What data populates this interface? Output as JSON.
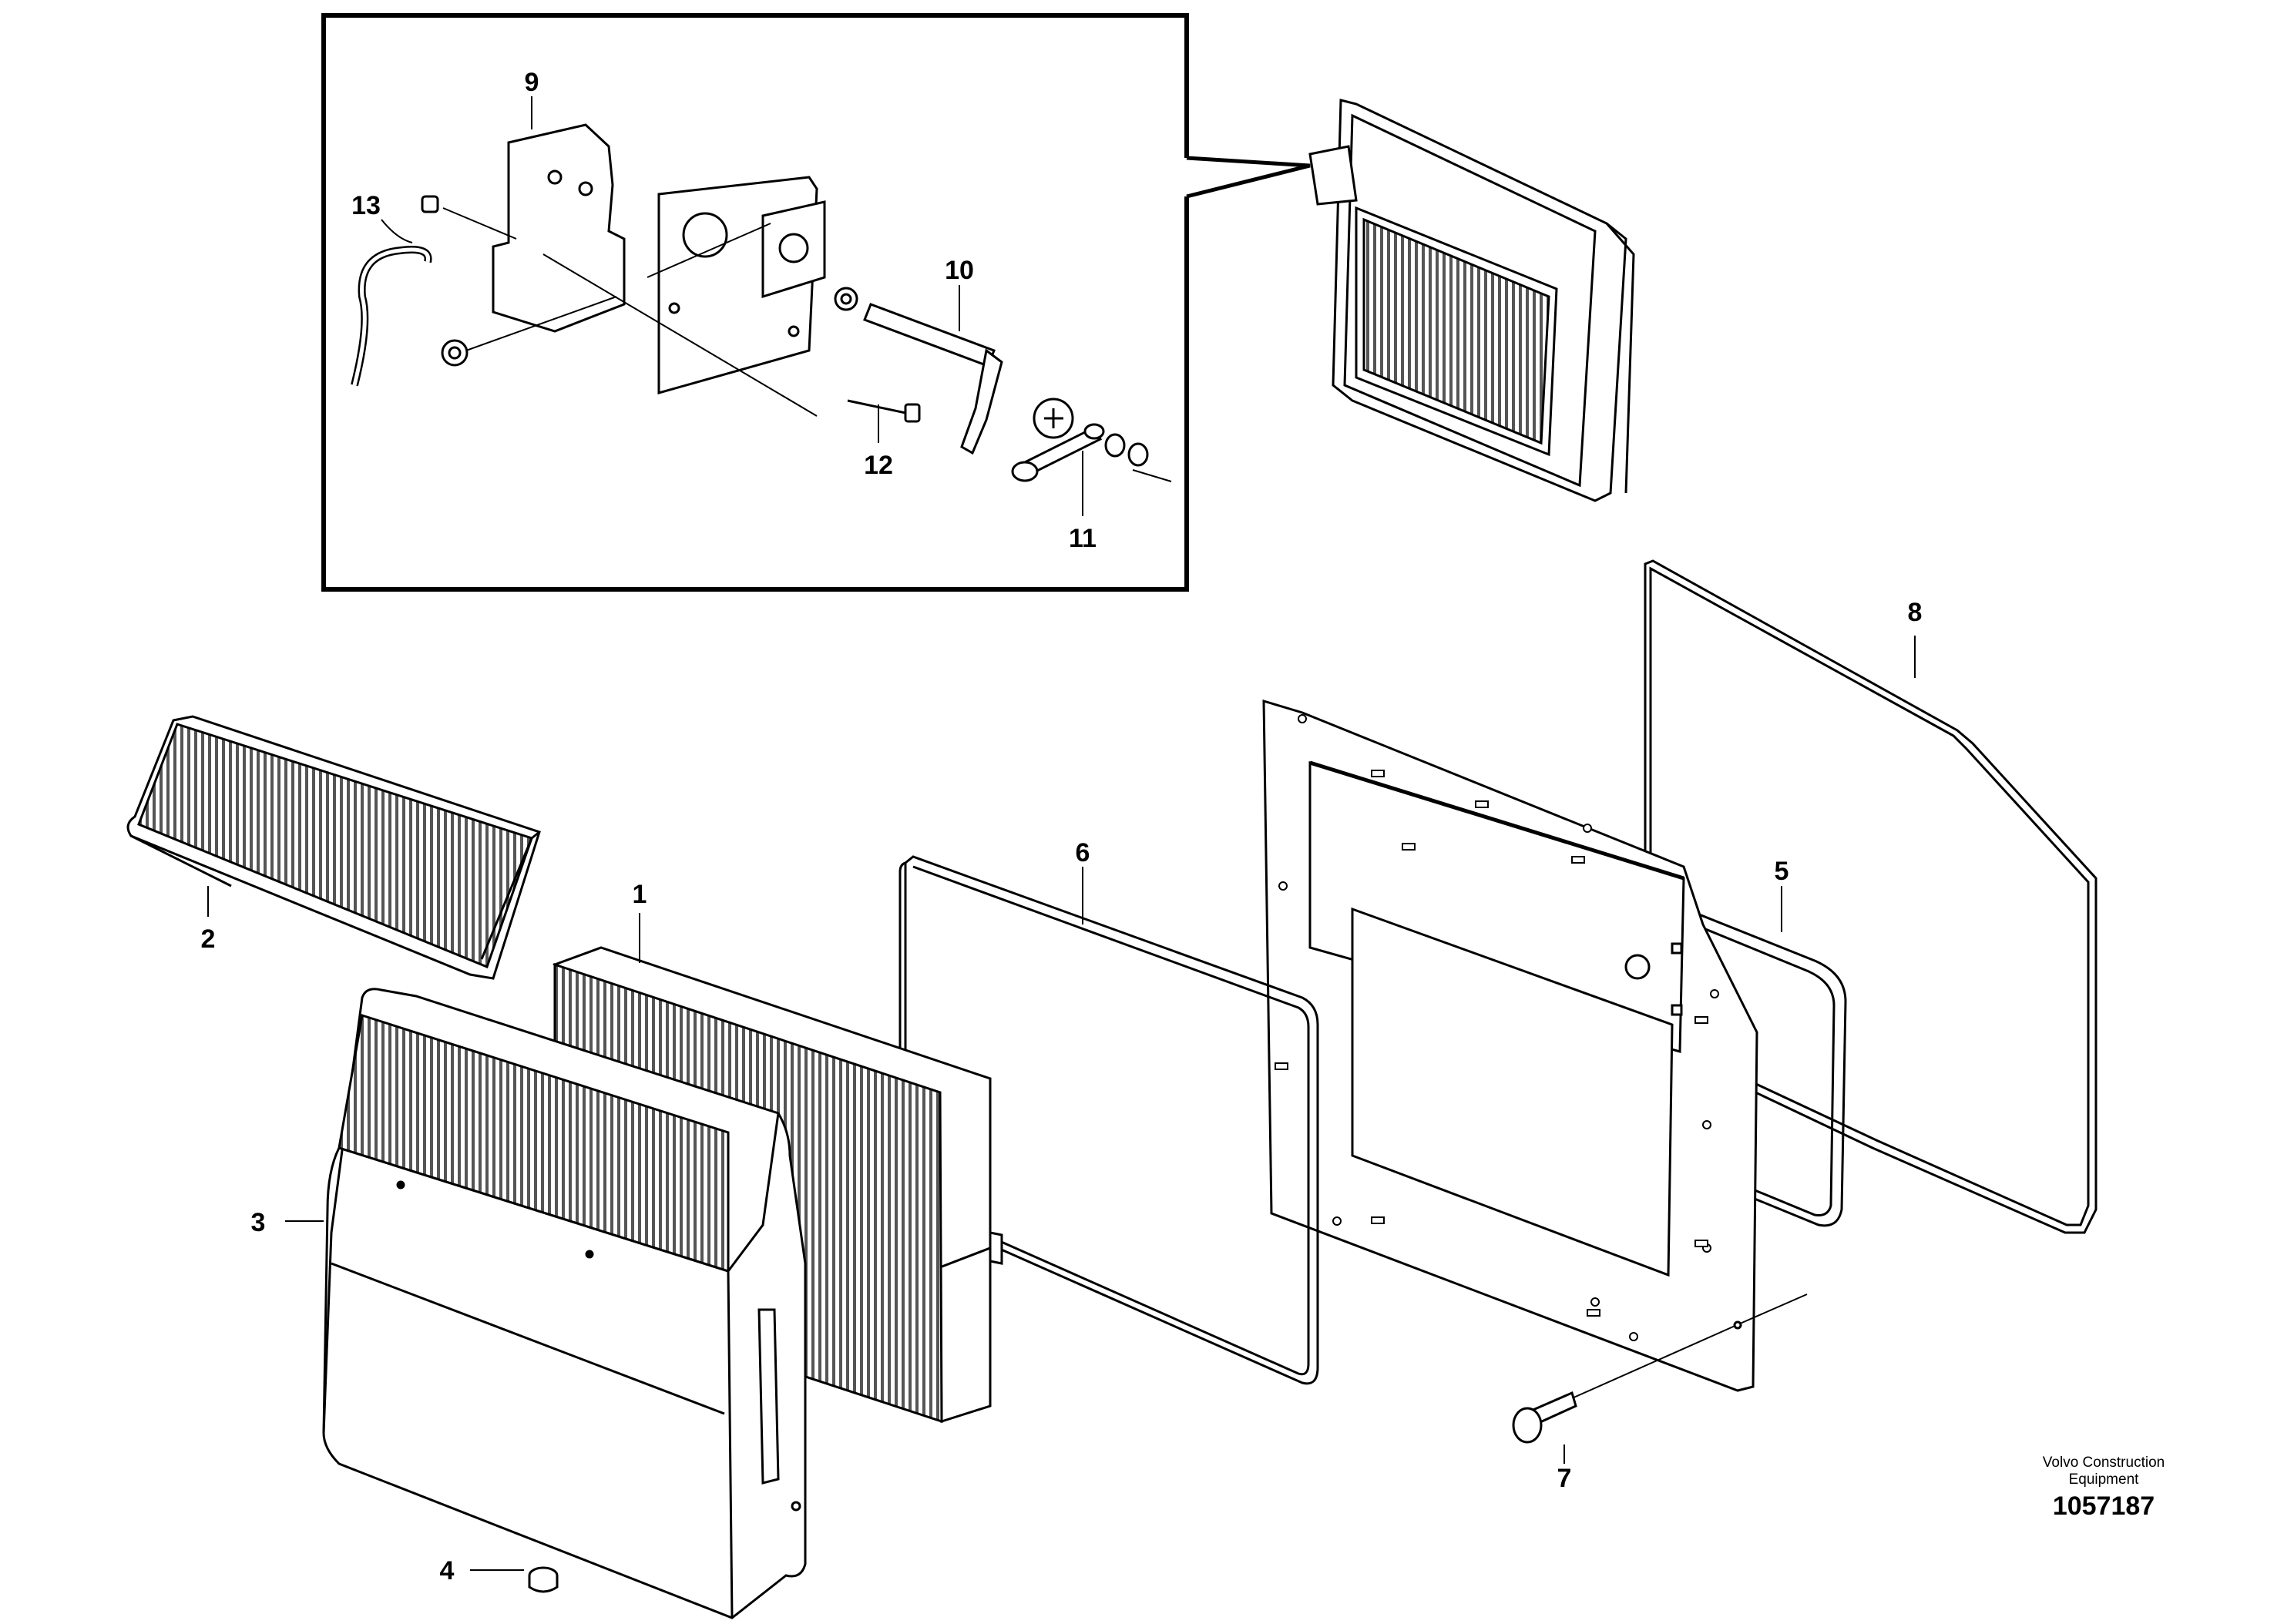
{
  "callouts": {
    "c1": "1",
    "c2": "2",
    "c3": "3",
    "c4": "4",
    "c5": "5",
    "c6": "6",
    "c7": "7",
    "c8": "8",
    "c9": "9",
    "c10": "10",
    "c11": "11",
    "c12": "12",
    "c13": "13"
  },
  "footer": {
    "brand_line1": "Volvo Construction",
    "brand_line2": "Equipment",
    "doc_number": "1057187"
  },
  "colors": {
    "line": "#000000",
    "fill": "#ffffff",
    "shade": "#d8d8d8",
    "filter_dark": "#444444"
  }
}
